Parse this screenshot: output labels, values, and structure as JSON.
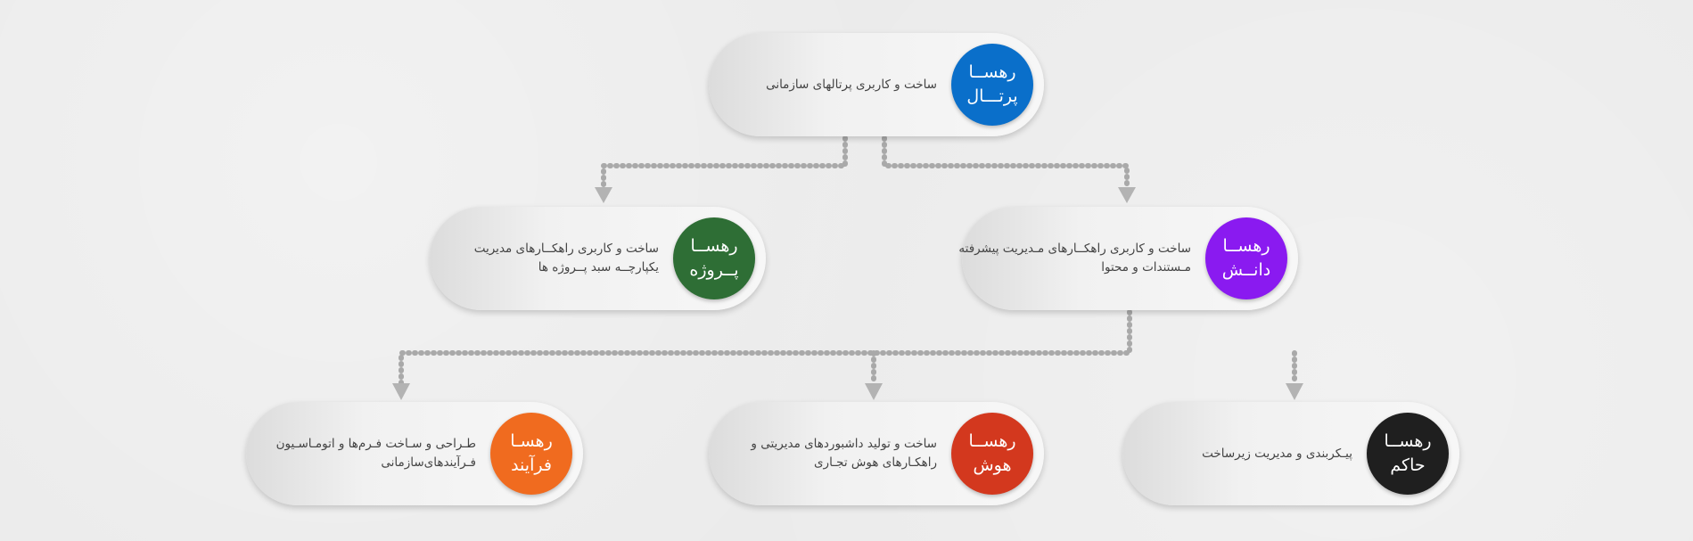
{
  "colors": {
    "background": "#ebebeb",
    "connector": "#a9a9a9",
    "portal": "#0a6fca",
    "dashboard_project": "#2e6e35",
    "knowledge": "#8a1af0",
    "process": "#f06b1f",
    "intelligence": "#d3381e",
    "governance": "#1f1f1f"
  },
  "nodes": {
    "portal": {
      "icon": "portal-badge",
      "title": [
        "رهســا",
        "پرتـــال"
      ],
      "description": [
        "ساخت و کاربری پرتالهای سازمانی"
      ]
    },
    "project": {
      "icon": "project-badge",
      "title": [
        "رهســا",
        "پــروژه"
      ],
      "description": [
        "ساخت و کاربری راهکــارهای مدیریت",
        "یکپارچــه سبد پــروژه ها"
      ]
    },
    "knowledge": {
      "icon": "knowledge-badge",
      "title": [
        "رهســا",
        "دانــش"
      ],
      "description": [
        "ساخت و کاربری راهکــارهای مـدیریت پیشرفته",
        "مـستندات و محتوا"
      ]
    },
    "process": {
      "icon": "process-badge",
      "title": [
        "رهسـا",
        "فرآیند"
      ],
      "description": [
        "طـراحی و سـاخت فـرم‌ها و اتومـاسـیون",
        "فـرآیندهای‌سازمانی"
      ]
    },
    "intelligence": {
      "icon": "intelligence-badge",
      "title": [
        "رهســا",
        "هوش"
      ],
      "description": [
        "ساخت و تولید داشبوردهای مدیریتی و",
        "راهکـارهای هوش تجـاری"
      ]
    },
    "governance": {
      "icon": "governance-badge",
      "title": [
        "رهســا",
        "حاکم"
      ],
      "description": [
        "پیـکربندی و مدیریت زیرساخت"
      ]
    }
  }
}
